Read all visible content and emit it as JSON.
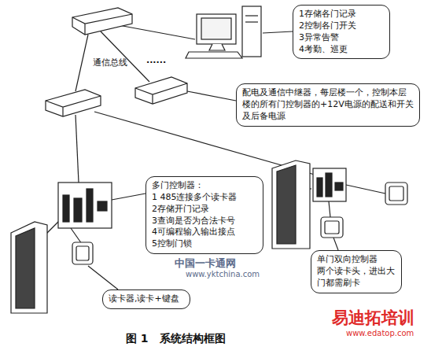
{
  "diagram": {
    "caption": "图 1　系统结构框图",
    "nodes": [
      {
        "text": [
          "1存储各门记录",
          "2控制各门开关",
          "3异常告警",
          "4考勤、巡更"
        ]
      },
      {
        "text": [
          "配电及通信中继器，每层楼一个，控制本层楼的所有门控制器的+12V电源的配送和开关及后备电源"
        ]
      },
      {
        "text": [
          "多门控制器：",
          "1 485连接多个读卡器",
          "2存储开门记录",
          "3查询是否为合法卡号",
          "4可编程输入输出接点",
          "5控制门锁"
        ]
      },
      {
        "text": [
          "单门双向控制器",
          "两个读卡头，进出大门都需刷卡"
        ]
      },
      {
        "text": [
          "读卡器,读卡+键盘"
        ]
      }
    ],
    "labels": [
      "通信总线",
      "......",
      "中国一卡通网",
      "www.yktchina.com",
      "易迪拓培训",
      "www.edatop.com"
    ]
  }
}
